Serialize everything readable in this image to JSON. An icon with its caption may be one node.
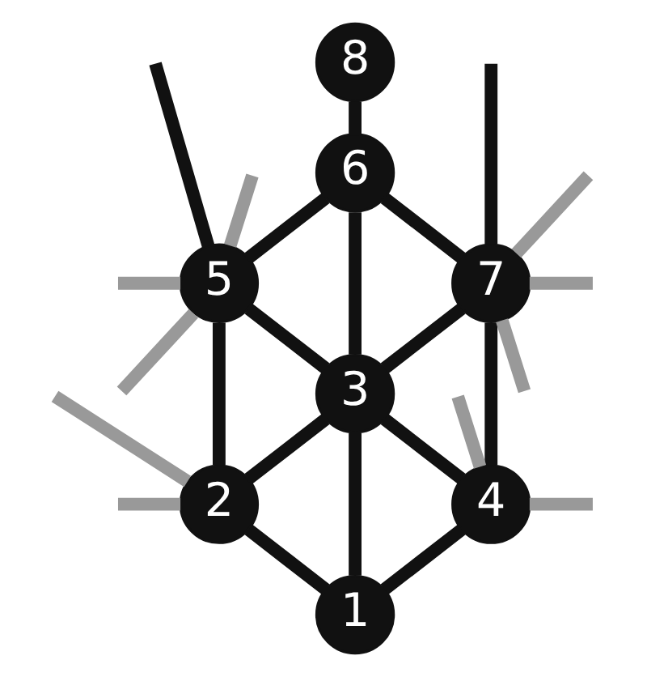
{
  "diagram": {
    "nodes": [
      {
        "text": [
          "8"
        ]
      },
      {
        "text": [
          "6"
        ]
      },
      {
        "text": [
          "5"
        ]
      },
      {
        "text": [
          "7"
        ]
      },
      {
        "text": [
          "3"
        ]
      },
      {
        "text": [
          "2"
        ]
      },
      {
        "text": [
          "4"
        ]
      },
      {
        "text": [
          "1"
        ]
      }
    ],
    "edges": [
      {
        "from": 0,
        "to": 1,
        "arrow": "none"
      },
      {
        "from": 1,
        "to": 2,
        "arrow": "none"
      },
      {
        "from": 1,
        "to": 3,
        "arrow": "none"
      },
      {
        "from": 1,
        "to": 4,
        "arrow": "none"
      },
      {
        "from": 2,
        "to": 4,
        "arrow": "none"
      },
      {
        "from": 3,
        "to": 4,
        "arrow": "none"
      },
      {
        "from": 2,
        "to": 5,
        "arrow": "none"
      },
      {
        "from": 3,
        "to": 6,
        "arrow": "none"
      },
      {
        "from": 4,
        "to": 5,
        "arrow": "none"
      },
      {
        "from": 4,
        "to": 6,
        "arrow": "none"
      },
      {
        "from": 4,
        "to": 7,
        "arrow": "none"
      },
      {
        "from": 5,
        "to": 7,
        "arrow": "none"
      },
      {
        "from": 6,
        "to": 7,
        "arrow": "none"
      },
      {
        "from": null,
        "to": 2,
        "arrow": "none"
      },
      {
        "from": null,
        "to": 3,
        "arrow": "none"
      },
      {
        "from": null,
        "to": 2,
        "arrow": "none",
        "color": "#999999"
      },
      {
        "from": null,
        "to": 2,
        "arrow": "none",
        "color": "#999999"
      },
      {
        "from": null,
        "to": 2,
        "arrow": "none",
        "color": "#999999"
      },
      {
        "from": null,
        "to": 3,
        "arrow": "none",
        "color": "#999999"
      },
      {
        "from": null,
        "to": 3,
        "arrow": "none",
        "color": "#999999"
      },
      {
        "from": null,
        "to": 3,
        "arrow": "none",
        "color": "#999999"
      },
      {
        "from": null,
        "to": 5,
        "arrow": "none",
        "color": "#999999"
      },
      {
        "from": null,
        "to": 5,
        "arrow": "none",
        "color": "#999999"
      },
      {
        "from": null,
        "to": 6,
        "arrow": "none",
        "color": "#999999"
      },
      {
        "from": null,
        "to": 6,
        "arrow": "none",
        "color": "#999999"
      }
    ]
  }
}
